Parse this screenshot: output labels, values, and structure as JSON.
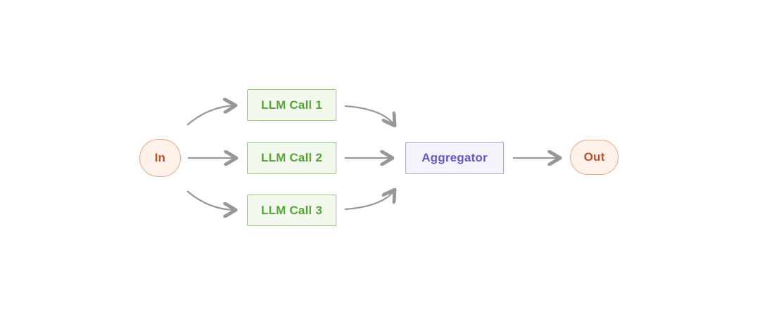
{
  "diagram": {
    "type": "flowchart",
    "colors": {
      "background": "#ffffff",
      "arrow": "#979797",
      "peach_fill": "#fdf1ea",
      "peach_border": "#e9a78d",
      "peach_text": "#c1502b",
      "green_fill": "#f2f8ec",
      "green_border": "#94c876",
      "green_text": "#57a23a",
      "purple_fill": "#f4f2fb",
      "purple_border": "#aca3dc",
      "purple_text": "#6659c7"
    },
    "nodes": {
      "in": {
        "label": "In"
      },
      "llm_call_1": {
        "label": "LLM Call 1"
      },
      "llm_call_2": {
        "label": "LLM Call 2"
      },
      "llm_call_3": {
        "label": "LLM Call 3"
      },
      "aggregator": {
        "label": "Aggregator"
      },
      "out": {
        "label": "Out"
      }
    },
    "edges": [
      {
        "from": "in",
        "to": "llm_call_1"
      },
      {
        "from": "in",
        "to": "llm_call_2"
      },
      {
        "from": "in",
        "to": "llm_call_3"
      },
      {
        "from": "llm_call_1",
        "to": "aggregator"
      },
      {
        "from": "llm_call_2",
        "to": "aggregator"
      },
      {
        "from": "llm_call_3",
        "to": "aggregator"
      },
      {
        "from": "aggregator",
        "to": "out"
      }
    ]
  }
}
